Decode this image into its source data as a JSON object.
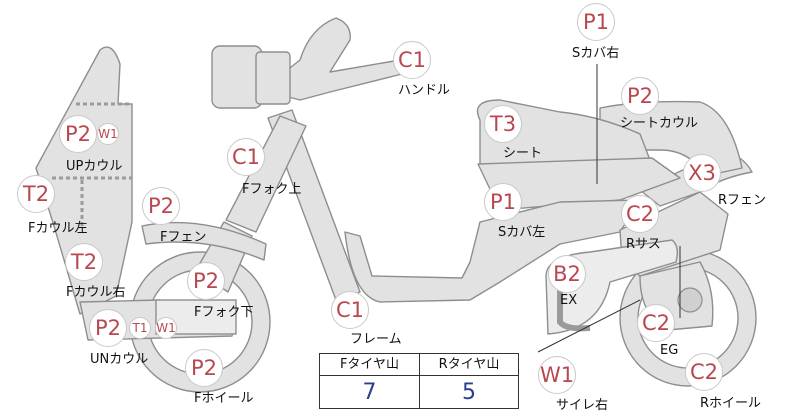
{
  "markers": {
    "sub_right": "P1",
    "handle": "C1",
    "seat_cowl": "P2",
    "seat": "T3",
    "up_cowl": "P2",
    "up_cowl_w": "W1",
    "f_fork_upper": "C1",
    "r_fender": "X3",
    "f_cowl_left": "T2",
    "f_fender": "P2",
    "sub_left": "P1",
    "r_sus": "C2",
    "f_cowl_right": "T2",
    "f_fork_lower": "P2",
    "ex": "B2",
    "un_cowl": "P2",
    "un_cowl_t": "T1",
    "un_cowl_w": "W1",
    "frame": "C1",
    "eg": "C2",
    "f_wheel": "P2",
    "side_reflector": "W1",
    "r_wheel": "C2"
  },
  "labels": {
    "sub_right": "Sカバ右",
    "handle": "ハンドル",
    "seat_cowl": "シートカウル",
    "seat": "シート",
    "up_cowl": "UPカウル",
    "f_fork_upper": "Fフォク上",
    "r_fender": "Rフェン",
    "f_cowl_left": "Fカウル左",
    "f_fender": "Fフェン",
    "sub_left": "Sカバ左",
    "r_sus": "Rサス",
    "f_cowl_right": "Fカウル右",
    "f_fork_lower": "Fフォク下",
    "ex": "EX",
    "un_cowl": "UNカウル",
    "frame": "フレーム",
    "eg": "EG",
    "f_wheel": "Fホイール",
    "side_reflector": "サイレ右",
    "r_wheel": "Rホイール"
  },
  "tread_table": {
    "headers": [
      "Fタイヤ山",
      "Rタイヤ山"
    ],
    "values": [
      "7",
      "5"
    ]
  },
  "colors": {
    "marker_text": "#b8484f",
    "tread_value": "#2b3d8c",
    "part_fill": "#e2e2e2"
  }
}
